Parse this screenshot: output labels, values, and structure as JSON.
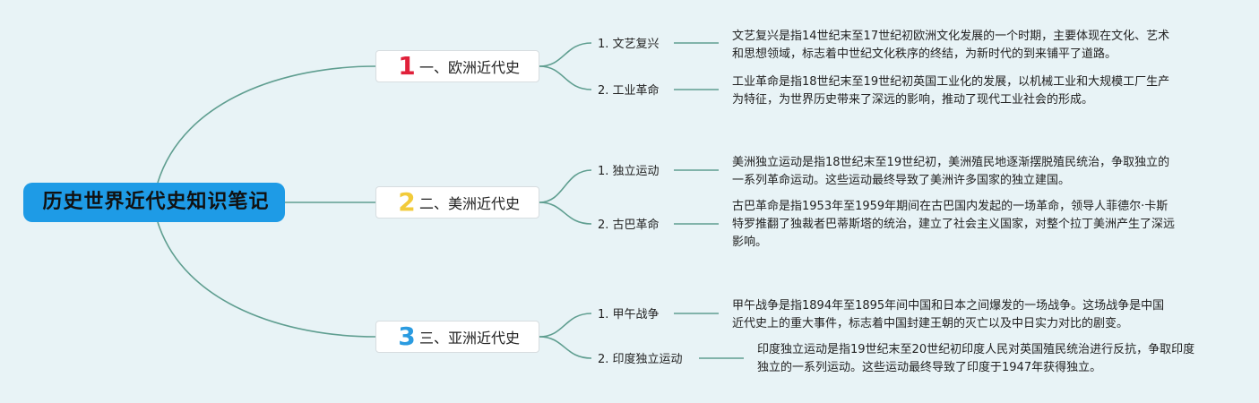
{
  "root": {
    "title": "历史世界近代史知识笔记"
  },
  "colors": {
    "root_bg": "#1e9be6",
    "link": "#5f9e90",
    "page_bg": "#e8f3f6"
  },
  "branches": [
    {
      "number": "1",
      "number_color": "#e0203a",
      "label": "一、欧洲近代史",
      "children": [
        {
          "label": "1. 文艺复兴",
          "desc": "文艺复兴是指14世纪末至17世纪初欧洲文化发展的一个时期，主要体现在文化、艺术和思想领域，标志着中世纪文化秩序的终结，为新时代的到来铺平了道路。"
        },
        {
          "label": "2. 工业革命",
          "desc": "工业革命是指18世纪末至19世纪初英国工业化的发展，以机械工业和大规模工厂生产为特征，为世界历史带来了深远的影响，推动了现代工业社会的形成。"
        }
      ]
    },
    {
      "number": "2",
      "number_color": "#f2cb3a",
      "label": "二、美洲近代史",
      "children": [
        {
          "label": "1. 独立运动",
          "desc": "美洲独立运动是指18世纪末至19世纪初，美洲殖民地逐渐摆脱殖民统治，争取独立的一系列革命运动。这些运动最终导致了美洲许多国家的独立建国。"
        },
        {
          "label": "2. 古巴革命",
          "desc": "古巴革命是指1953年至1959年期间在古巴国内发起的一场革命，领导人菲德尔·卡斯特罗推翻了独裁者巴蒂斯塔的统治，建立了社会主义国家，对整个拉丁美洲产生了深远影响。"
        }
      ]
    },
    {
      "number": "3",
      "number_color": "#2a9be0",
      "label": "三、亚洲近代史",
      "children": [
        {
          "label": "1. 甲午战争",
          "desc": "甲午战争是指1894年至1895年间中国和日本之间爆发的一场战争。这场战争是中国近代史上的重大事件，标志着中国封建王朝的灭亡以及中日实力对比的剧变。"
        },
        {
          "label": "2. 印度独立运动",
          "desc": "印度独立运动是指19世纪末至20世纪初印度人民对英国殖民统治进行反抗，争取印度独立的一系列运动。这些运动最终导致了印度于1947年获得独立。"
        }
      ]
    }
  ]
}
